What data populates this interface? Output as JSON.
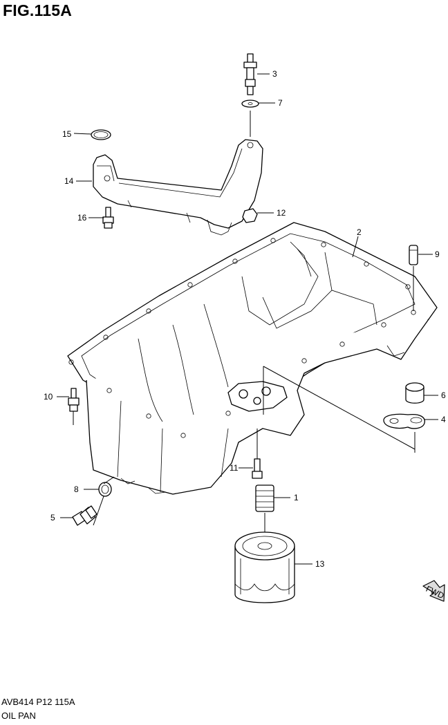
{
  "figure": {
    "title": "FIG.115A",
    "code": "AVB414 P12 115A",
    "name": "OIL PAN"
  },
  "callouts": [
    "1",
    "2",
    "3",
    "4",
    "5",
    "6",
    "7",
    "8",
    "9",
    "10",
    "11",
    "12",
    "13",
    "14",
    "15",
    "16"
  ],
  "direction_badge": "FWD"
}
